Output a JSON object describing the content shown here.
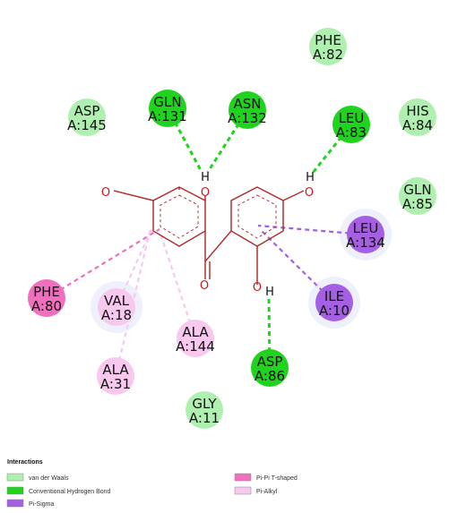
{
  "residues": [
    {
      "id": "phe82",
      "name": "PHE",
      "num": "A:82",
      "type": "vdw"
    },
    {
      "id": "gln131",
      "name": "GLN",
      "num": "A:131",
      "type": "hbond"
    },
    {
      "id": "asn132",
      "name": "ASN",
      "num": "A:132",
      "type": "hbond"
    },
    {
      "id": "leu83",
      "name": "LEU",
      "num": "A:83",
      "type": "hbond"
    },
    {
      "id": "his84",
      "name": "HIS",
      "num": "A:84",
      "type": "vdw"
    },
    {
      "id": "asp145",
      "name": "ASP",
      "num": "A:145",
      "type": "vdw"
    },
    {
      "id": "gln85",
      "name": "GLN",
      "num": "A:85",
      "type": "vdw"
    },
    {
      "id": "leu134",
      "name": "LEU",
      "num": "A:134",
      "type": "pisigma"
    },
    {
      "id": "phe80",
      "name": "PHE",
      "num": "A:80",
      "type": "pipi"
    },
    {
      "id": "val18",
      "name": "VAL",
      "num": "A:18",
      "type": "pialkyl"
    },
    {
      "id": "ile10",
      "name": "ILE",
      "num": "A:10",
      "type": "pisigma"
    },
    {
      "id": "ala144",
      "name": "ALA",
      "num": "A:144",
      "type": "pialkyl"
    },
    {
      "id": "ala31",
      "name": "ALA",
      "num": "A:31",
      "type": "pialkyl"
    },
    {
      "id": "asp86",
      "name": "ASP",
      "num": "A:86",
      "type": "hbond"
    },
    {
      "id": "gly11",
      "name": "GLY",
      "num": "A:11",
      "type": "vdw"
    }
  ],
  "ligand_atoms": {
    "o": "O",
    "h": "H"
  },
  "legend": {
    "title": "Interactions",
    "items": [
      {
        "key": "vdw",
        "label": "van der Waals",
        "color": "#aff0b0"
      },
      {
        "key": "hbond",
        "label": "Conventional Hydrogen Bond",
        "color": "#1fd31f"
      },
      {
        "key": "pisigma",
        "label": "Pi-Sigma",
        "color": "#a45fe3"
      },
      {
        "key": "pipi",
        "label": "Pi-Pi T-shaped",
        "color": "#f06fbf"
      },
      {
        "key": "pialkyl",
        "label": "Pi-Alkyl",
        "color": "#f8c8ef"
      }
    ]
  },
  "colors": {
    "vdw": "#aff0b0",
    "hbond": "#1fd31f",
    "pisigma": "#a45fe3",
    "pipi": "#f06fbf",
    "pialkyl": "#f8c8ef",
    "halo": "#eef0fb",
    "bond": "#b33030",
    "oxygen": "#d01818"
  }
}
